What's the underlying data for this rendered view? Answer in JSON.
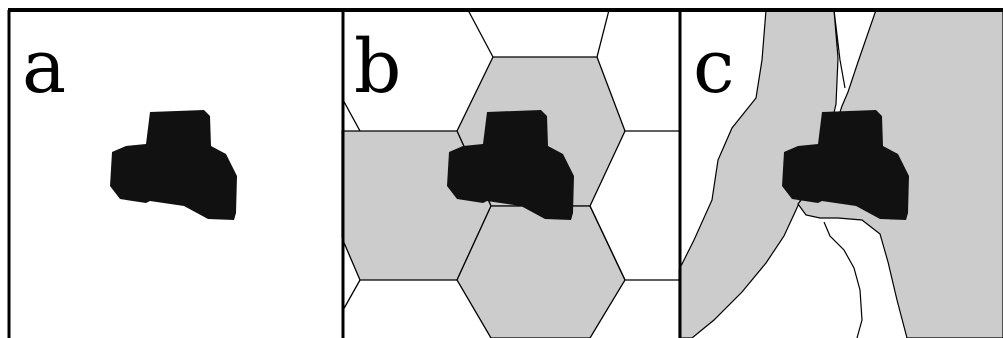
{
  "panels": [
    {
      "label": "a"
    },
    {
      "label": "b"
    },
    {
      "label": "c"
    }
  ],
  "colors": {
    "background": "#ffffff",
    "region_fill": "#cccccc",
    "shape_fill": "#111111",
    "stroke": "#000000"
  }
}
